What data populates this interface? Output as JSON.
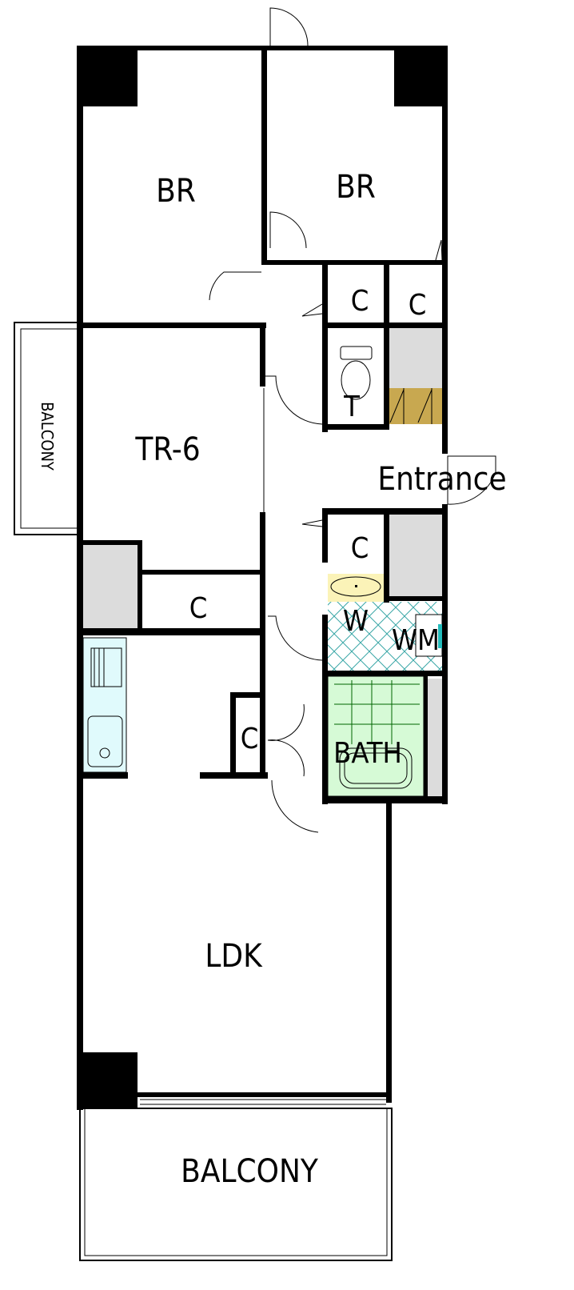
{
  "rooms": {
    "br_left": "BR",
    "br_right": "BR",
    "closet_1": "C",
    "closet_2": "C",
    "toilet": "T",
    "entrance": "Entrance",
    "tr6": "TR-6",
    "balcony_side": "BALCONY",
    "closet_3": "C",
    "closet_4": "C",
    "washroom": "W",
    "washing_machine": "WM",
    "closet_5": "C",
    "bath": "BATH",
    "ldk": "LDK",
    "balcony_bottom": "BALCONY"
  },
  "colors": {
    "wall": "#000000",
    "storage_gray": "#dcdcdc",
    "shoe_box": "#c8a850",
    "kitchen": "#e0fafc",
    "sink_yellow": "#fbf3b8",
    "tile_lines": "#3aa7a7",
    "bath_green": "#d6fad6"
  }
}
